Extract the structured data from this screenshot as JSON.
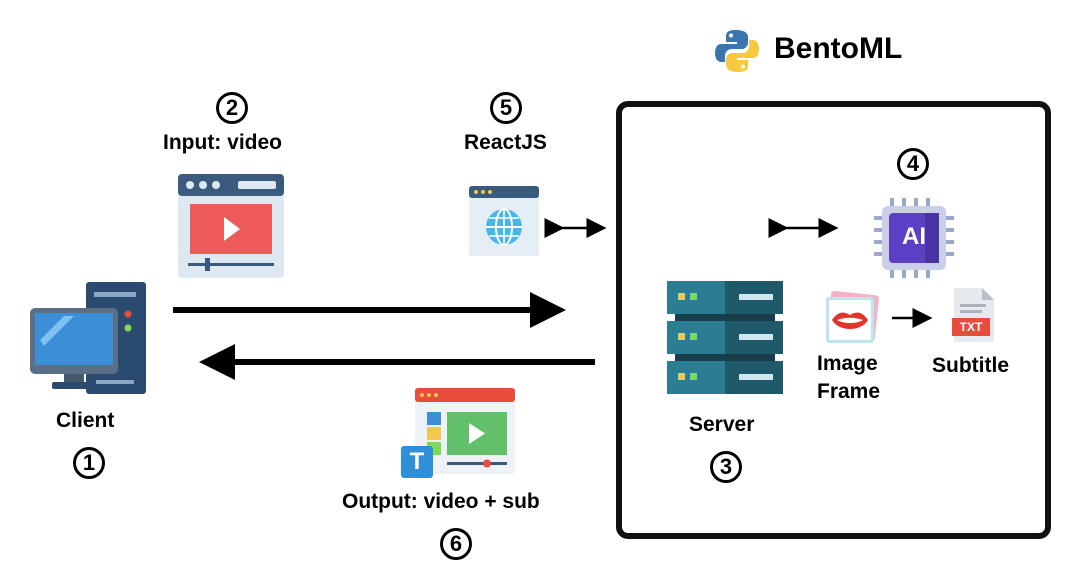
{
  "header": {
    "brand": "BentoML",
    "brand_icon": "python-logo-icon"
  },
  "client": {
    "label": "Client",
    "step": "1"
  },
  "input": {
    "label": "Input: video",
    "step": "2"
  },
  "reactjs": {
    "label": "ReactJS",
    "step": "5"
  },
  "server": {
    "label": "Server",
    "step": "3"
  },
  "ai": {
    "step": "4",
    "chip_text": "AI"
  },
  "image_frame": {
    "label_line1": "Image",
    "label_line2": "Frame"
  },
  "subtitle": {
    "label": "Subtitle",
    "file_text": "TXT"
  },
  "output": {
    "label": "Output: video + sub",
    "step": "6",
    "badge_text": "T"
  },
  "colors": {
    "server_dark": "#1f5a6a",
    "server_light": "#2b7d94",
    "video_red": "#ef5b5b",
    "monitor_blue": "#3b8fd6",
    "ai_purple": "#5b3fc4"
  }
}
